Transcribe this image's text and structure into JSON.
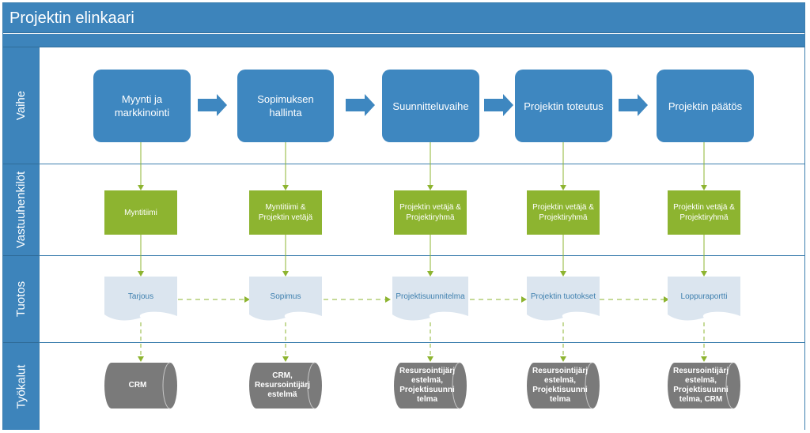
{
  "title": "Projektin elinkaari",
  "lanes": [
    "Vaihe",
    "Vastuuhenkilöt",
    "Tuotos",
    "Työkalut"
  ],
  "colors": {
    "header": "#3d84bb",
    "phase": "#3e87c0",
    "responsible": "#8db430",
    "output": "#dbe5ef",
    "tool": "#7a7a7a",
    "connector": "#8db430"
  },
  "phases": [
    "Myynti ja markkinointi",
    "Sopimuksen hallinta",
    "Suunnitteluvaihe",
    "Projektin toteutus",
    "Projektin päätös"
  ],
  "responsibles": [
    "Myntitiimi",
    "Myntitiimi & Projektin vetäjä",
    "Projektin vetäjä & Projektiryhmä",
    "Projektin vetäjä & Projektiryhmä",
    "Projektin vetäjä & Projektiryhmä"
  ],
  "outputs": [
    "Tarjous",
    "Sopimus",
    "Projektisuunnitelma",
    "Projektin tuotokset",
    "Loppuraportti"
  ],
  "tools": [
    "CRM",
    "CRM, Resursointijärj estelmä",
    "Resursointijärj estelmä, Projektisuunni telma",
    "Resursointijärj estelmä, Projektisuunni telma",
    "Resursointijärj estelmä, Projektisuunni telma, CRM"
  ]
}
